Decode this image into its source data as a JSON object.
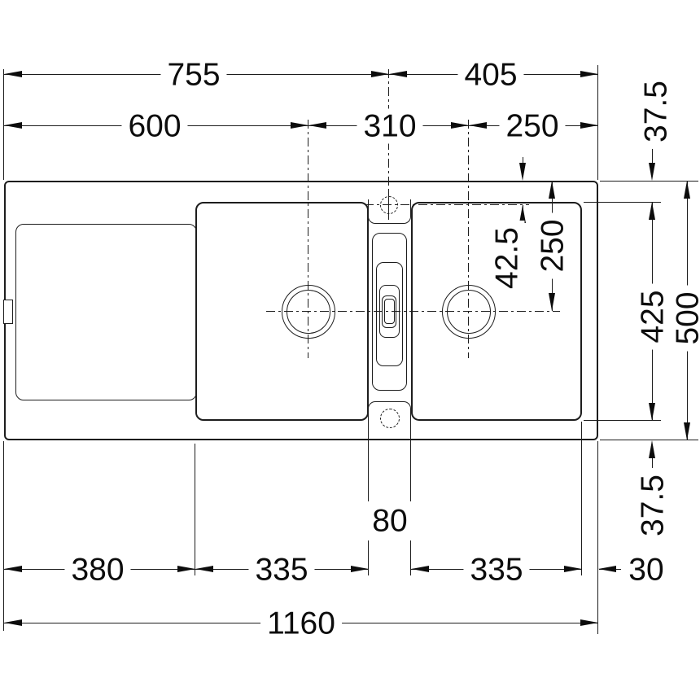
{
  "dims": {
    "d755": "755",
    "d405": "405",
    "d600": "600",
    "d310": "310",
    "d250_top": "250",
    "d37_5_top": "37.5",
    "d42_5": "42.5",
    "d250_side": "250",
    "d425": "425",
    "d500": "500",
    "d37_5_bottom": "37.5",
    "d380": "380",
    "d335_left": "335",
    "d80": "80",
    "d335_right": "335",
    "d30": "30",
    "d1160": "1160"
  },
  "colors": {
    "line": "#1d1d1d",
    "background": "#ffffff"
  }
}
